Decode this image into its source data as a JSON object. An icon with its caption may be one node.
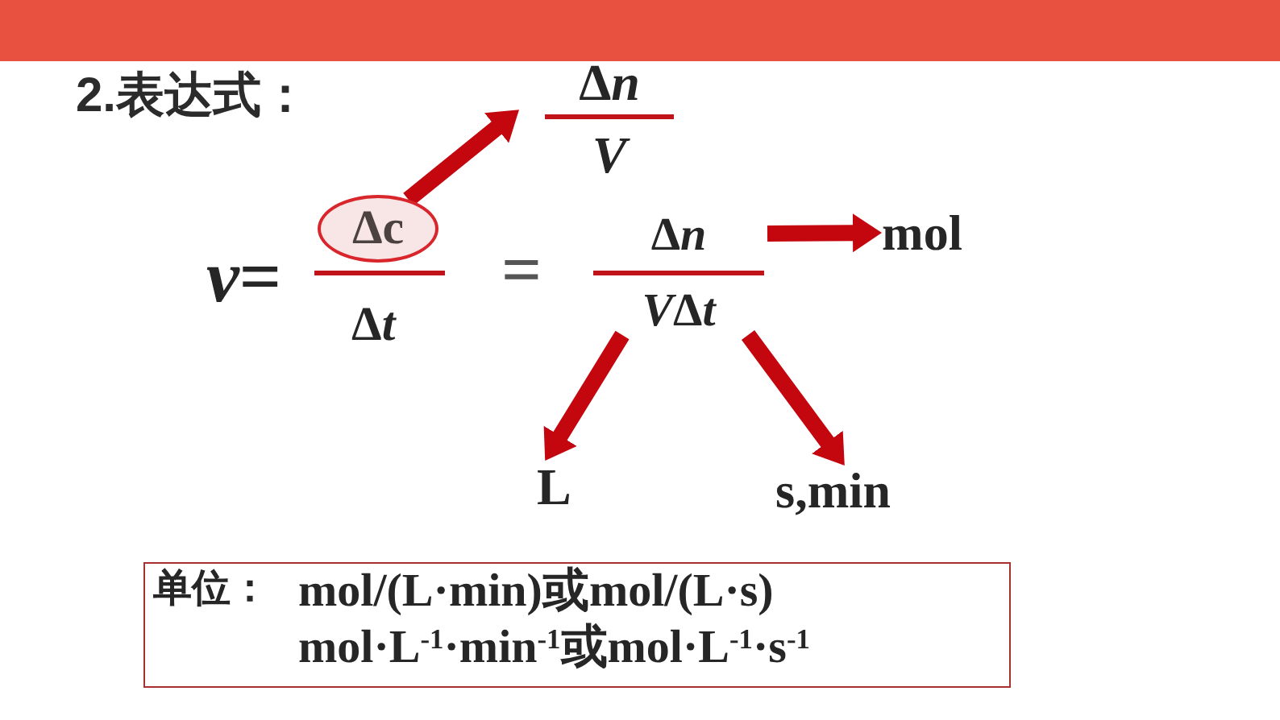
{
  "diagram": {
    "title": "2.表达式：",
    "nodes": [
      {
        "text": [
          "Δn",
          "V"
        ]
      },
      {
        "text": [
          "Δc"
        ]
      },
      {
        "text": [
          "Δn",
          "VΔt"
        ]
      },
      {
        "text": [
          "mol"
        ]
      },
      {
        "text": [
          "L"
        ]
      },
      {
        "text": [
          "s,min"
        ]
      },
      {
        "text": [
          "单位：",
          "mol/(L·min)或mol/(L·s)",
          "mol·L$^{-1}$·min$^{-1}$或mol·L$^{-1}$·s$^{-1}$"
        ]
      }
    ],
    "edges": [
      {
        "from": 1,
        "to": 0,
        "arrow": "to"
      },
      {
        "from": 2,
        "to": 3,
        "arrow": "to"
      },
      {
        "from": 2,
        "to": 4,
        "arrow": "to"
      },
      {
        "from": 2,
        "to": 5,
        "arrow": "to"
      }
    ],
    "labels": [
      "v=",
      "Δt",
      "="
    ]
  }
}
